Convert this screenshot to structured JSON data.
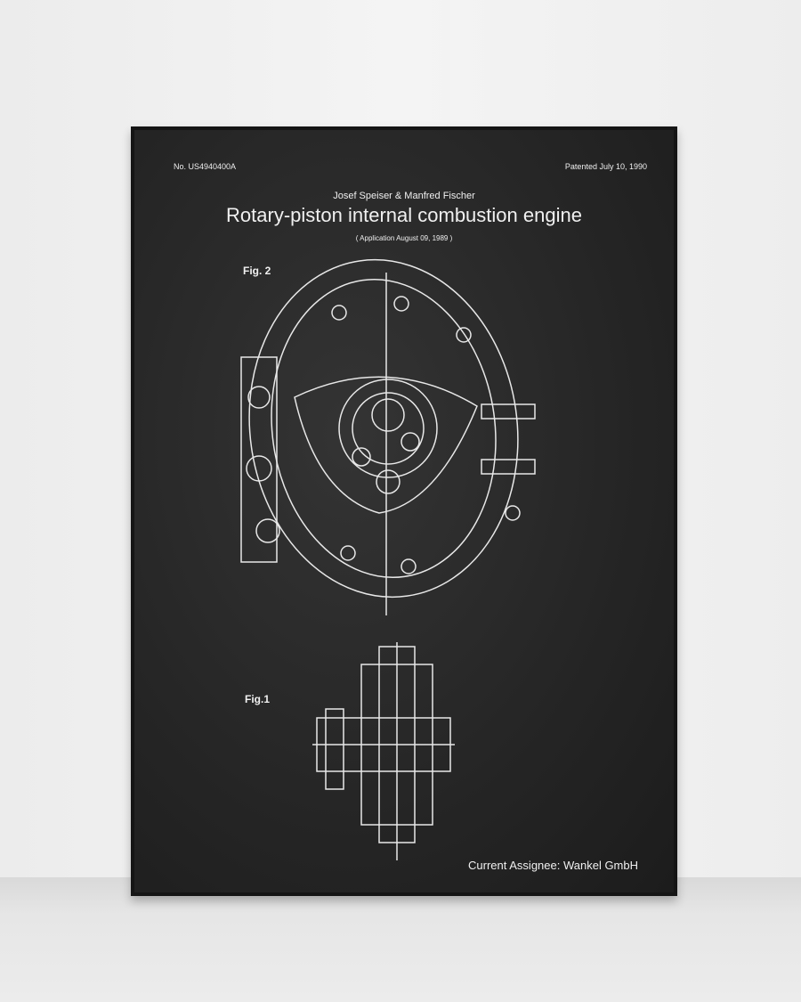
{
  "poster": {
    "patent_number": "No. US4940400A",
    "patented_date": "Patented July 10, 1990",
    "inventors": "Josef Speiser & Manfred Fischer",
    "title": "Rotary-piston internal combustion engine",
    "application": "( Application  August 09, 1989 )",
    "fig2_label": "Fig. 2",
    "fig1_label": "Fig.1",
    "assignee": "Current Assignee: Wankel GmbH"
  }
}
